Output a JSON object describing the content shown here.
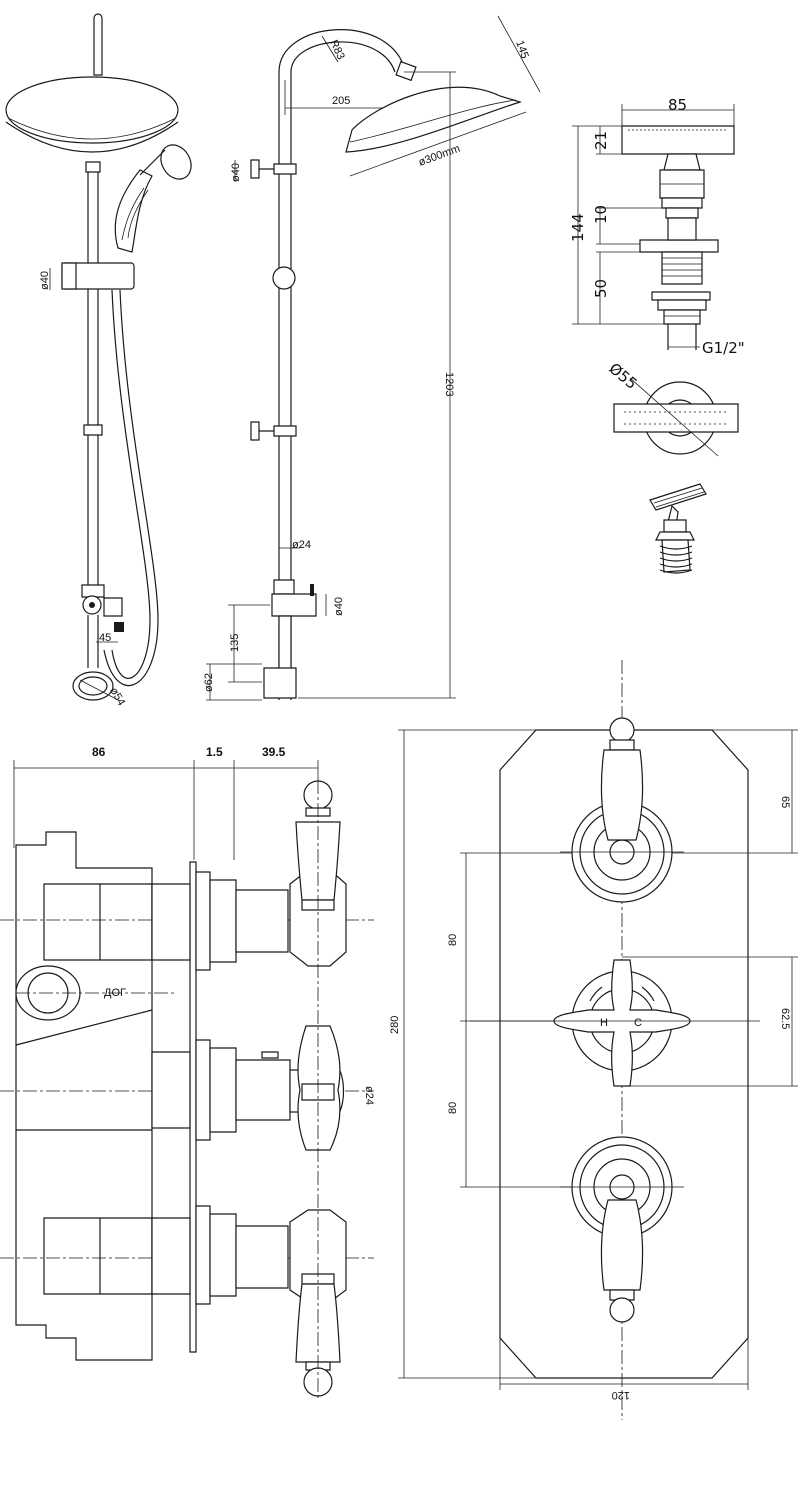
{
  "shower_rail": {
    "rail_dia": "ø40",
    "head_arm_radius": "R83",
    "head_projection": "205",
    "head_depth": "145",
    "head_dia": "ø300mm",
    "height": "1203",
    "pipe_dia": "ø24",
    "bracket_dia": "ø40",
    "outlet_height": "135",
    "wall_flange_dia": "ø62",
    "handset_offset": "45",
    "holder_ring_dia": "ø54"
  },
  "stop_tap": {
    "handle_length": "85",
    "handle_height": "21",
    "overall_height": "144",
    "collar_height": "10",
    "body_height": "50",
    "thread": "G1/2\"",
    "flange_dia": "Ø55"
  },
  "valve_side": {
    "body_depth": "86",
    "plate_thickness": "1.5",
    "handle_projection": "39.5",
    "inlet_label": "ДОГ",
    "spindle_label": "ø24"
  },
  "valve_front": {
    "top_offset": "65",
    "upper_pitch": "80",
    "lower_pitch": "80",
    "plate_height": "280",
    "cross_handle_span": "62.5",
    "plate_width": "120",
    "hot_mark": "H",
    "cold_mark": "C"
  }
}
